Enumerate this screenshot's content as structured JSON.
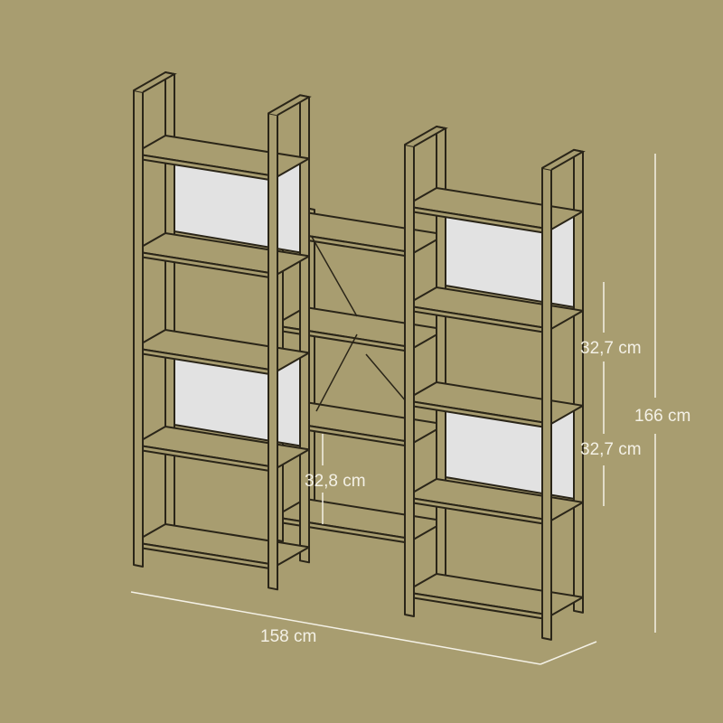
{
  "colors": {
    "background": "#a89d70",
    "wood": "#a89d70",
    "outline": "#2a2518",
    "panel": "#e2e2e2",
    "dimension": "#f4f1e6"
  },
  "dimensions": {
    "width": "158 cm",
    "height": "166 cm",
    "shelf_gap_upper": "32,7 cm",
    "shelf_gap_lower": "32,7 cm",
    "shelf_gap_middle": "32,8 cm"
  }
}
